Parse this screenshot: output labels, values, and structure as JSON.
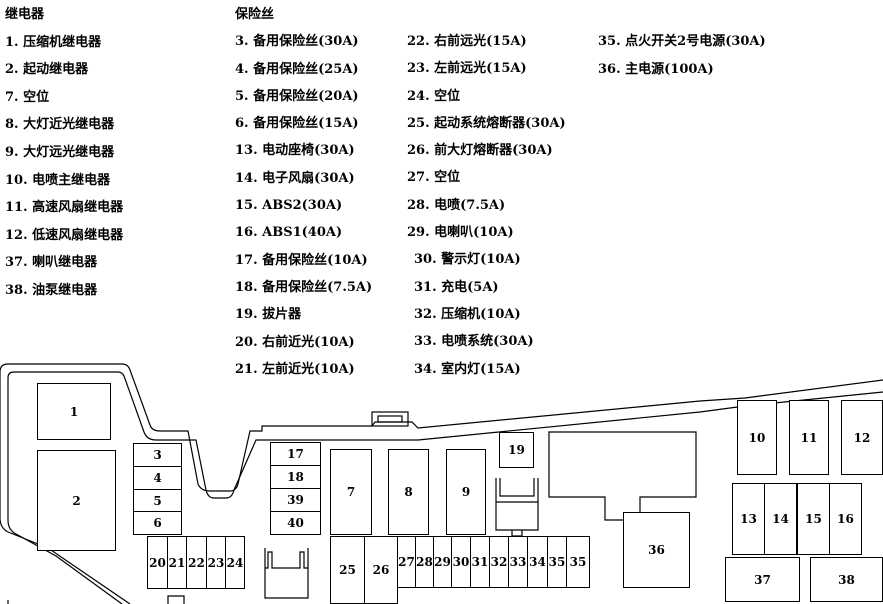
{
  "relays": {
    "title": "继电器",
    "items": [
      "1. 压缩机继电器",
      "2. 起动继电器",
      "7. 空位",
      "8. 大灯近光继电器",
      "9. 大灯远光继电器",
      "10. 电喷主继电器",
      "11. 高速风扇继电器",
      "12. 低速风扇继电器",
      "37. 喇叭继电器",
      "38. 油泵继电器"
    ]
  },
  "fuses": {
    "title": "保险丝",
    "col_a": [
      "3. 备用保险丝(30A)",
      "4. 备用保险丝(25A)",
      "5. 备用保险丝(20A)",
      "6. 备用保险丝(15A)",
      "13. 电动座椅(30A)",
      "14. 电子风扇(30A)",
      "15. ABS2(30A)",
      "16. ABS1(40A)",
      "17. 备用保险丝(10A)",
      "18. 备用保险丝(7.5A)",
      "19. 拔片器",
      "20. 右前近光(10A)",
      "21. 左前近光(10A)"
    ],
    "col_b": [
      "22. 右前远光(15A)",
      "23. 左前远光(15A)",
      "24. 空位",
      "25. 起动系统熔断器(30A)",
      "26. 前大灯熔断器(30A)",
      "27. 空位",
      "28. 电喷(7.5A)",
      "29. 电喇叭(10A)",
      "30. 警示灯(10A)",
      "31. 充电(5A)",
      "32. 压缩机(10A)",
      "33. 电喷系统(30A)",
      "34. 室内灯(15A)"
    ],
    "col_c": [
      "35. 点火开关2号电源(30A)",
      "36. 主电源(100A)"
    ]
  },
  "diagram": {
    "boxes": [
      "1",
      "2",
      "3",
      "4",
      "5",
      "6",
      "17",
      "18",
      "39",
      "40",
      "7",
      "8",
      "9",
      "19",
      "10",
      "11",
      "12",
      "13",
      "14",
      "15",
      "16",
      "36",
      "37",
      "38",
      "20",
      "21",
      "22",
      "23",
      "24",
      "25",
      "26",
      "27",
      "28",
      "29",
      "30",
      "31",
      "32",
      "33",
      "34",
      "35",
      "35"
    ]
  }
}
